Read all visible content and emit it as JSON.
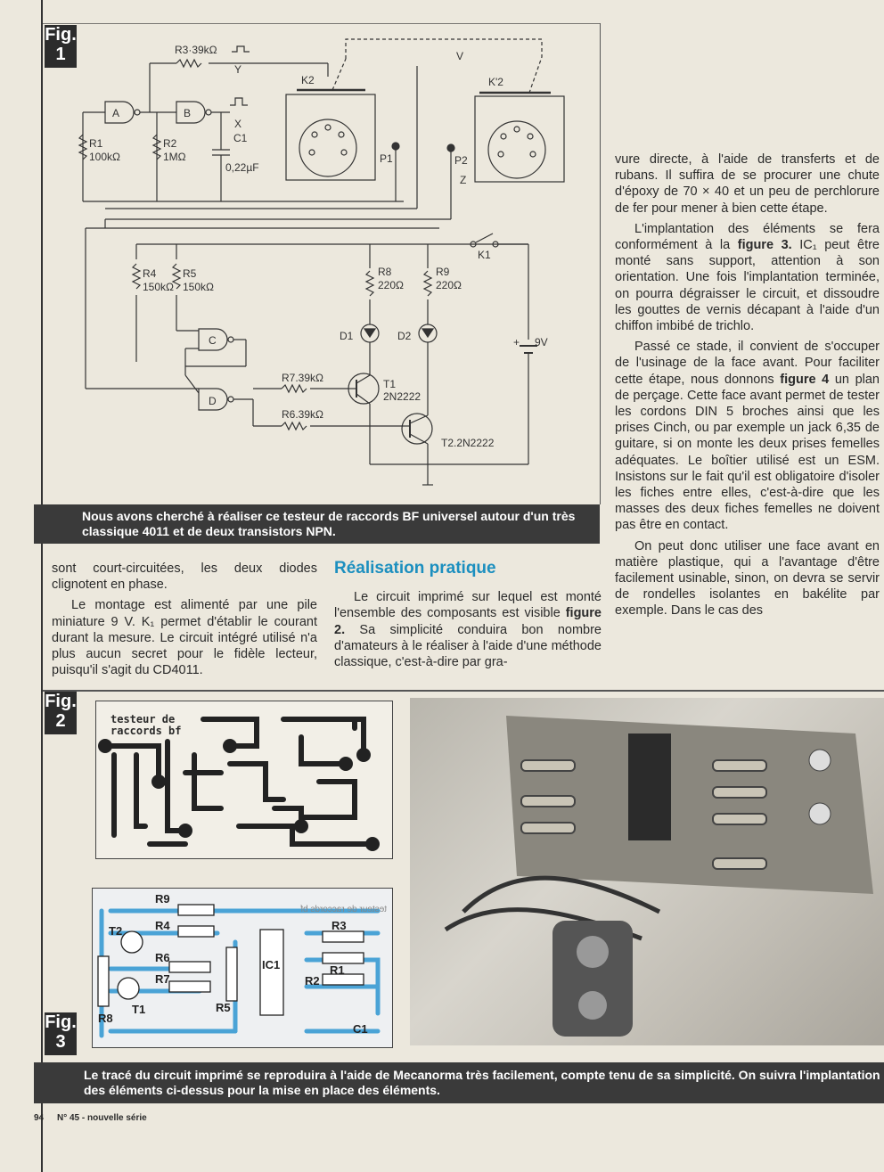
{
  "figures": {
    "fig1": {
      "prefix": "Fig.",
      "number": "1"
    },
    "fig2": {
      "prefix": "Fig.",
      "number": "2"
    },
    "fig3": {
      "prefix": "Fig.",
      "number": "3"
    }
  },
  "schematic": {
    "r3": "R3·39kΩ",
    "y": "Y",
    "x": "X",
    "gate_a": "A",
    "gate_b": "B",
    "gate_c": "C",
    "gate_d": "D",
    "r1": "R1",
    "r1v": "100kΩ",
    "r2": "R2",
    "r2v": "1MΩ",
    "c1": "C1",
    "c1v": "0,22µF",
    "k2a": "K2",
    "k2b": "K'2",
    "p1": "P1",
    "p2": "P2",
    "v": "V",
    "z": "Z",
    "k1": "K1",
    "r4": "R4",
    "r4v": "150kΩ",
    "r5": "R5",
    "r5v": "150kΩ",
    "r8": "R8",
    "r8v": "220Ω",
    "r9": "R9",
    "r9v": "220Ω",
    "d1": "D1",
    "d2": "D2",
    "bat": "9V",
    "r7": "R7.39kΩ",
    "r6": "R6.39kΩ",
    "t1": "T1",
    "t1v": "2N2222",
    "t2": "T2.2N2222",
    "plus": "+"
  },
  "caption1": "Nous avons cherché à réaliser ce testeur de raccords BF universel autour d'un très classique 4011 et de deux transistors NPN.",
  "col1": {
    "p1": "sont court-circuitées, les deux diodes clignotent en phase.",
    "p2": "Le montage est alimenté par une pile miniature 9 V. K₁ permet d'établir le courant durant la mesure. Le circuit intégré utilisé n'a plus aucun secret pour le fidèle lecteur, puisqu'il s'agit du CD4011."
  },
  "col2": {
    "heading": "Réalisation pratique",
    "p1a": "Le circuit imprimé sur lequel est monté l'ensemble des composants est visible ",
    "p1b": "figure 2.",
    "p1c": " Sa simplicité conduira bon nombre d'amateurs à le réaliser à l'aide d'une méthode classique, c'est-à-dire par gra-"
  },
  "col3": {
    "p1": "vure directe, à l'aide de transferts et de rubans. Il suffira de se procurer une chute d'époxy de 70 × 40 et un peu de perchlorure de fer pour mener à bien cette étape.",
    "p2a": "L'implantation des éléments se fera conformément à la ",
    "p2b": "figure 3.",
    "p2c": " IC₁ peut être monté sans support, attention à son orientation. Une fois l'implantation terminée, on pourra dégraisser le circuit, et dissoudre les gouttes de vernis décapant à l'aide d'un chiffon imbibé de trichlo.",
    "p3a": "Passé ce stade, il convient de s'occuper de l'usinage de la face avant. Pour faciliter cette étape, nous donnons ",
    "p3b": "figure 4",
    "p3c": " un plan de perçage. Cette face avant permet de tester les cordons DIN 5 broches ainsi que les prises Cinch, ou par exemple un jack 6,35 de guitare, si on monte les deux prises femelles adéquates. Le boîtier utilisé est un ESM. Insistons sur le fait qu'il est obligatoire d'isoler les fiches entre elles, c'est-à-dire que les masses des deux fiches femelles ne doivent pas être en contact.",
    "p4": "On peut donc utiliser une face avant en matière plastique, qui a l'avantage d'être facilement usinable, sinon, on devra se servir de rondelles isolantes en bakélite par exemple. Dans le cas des"
  },
  "pcb": {
    "label1": "testeur de",
    "label2": "raccords bf"
  },
  "placement": {
    "r9": "R9",
    "r4": "R4",
    "r6": "R6",
    "r7": "R7",
    "r5": "R5",
    "r8": "R8",
    "t1": "T1",
    "t2": "T2",
    "ic1": "IC1",
    "r1": "R1",
    "r2": "R2",
    "r3": "R3",
    "c1": "C1",
    "mirror": "testeur de raccords bf"
  },
  "caption2": "Le tracé du circuit imprimé se reproduira à l'aide de Mecanorma très facilement, compte tenu de sa simplicité. On suivra l'implantation des éléments ci-dessus pour la mise en place des éléments.",
  "footer": {
    "page": "94",
    "issue": "N° 45 - nouvelle série"
  }
}
